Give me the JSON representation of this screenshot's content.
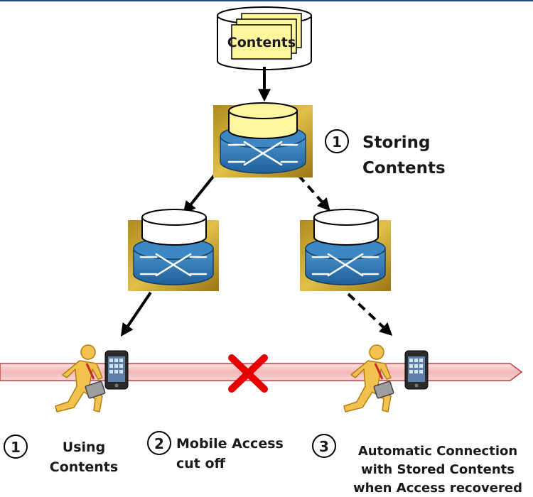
{
  "content_db": {
    "label": "Contents"
  },
  "steps": {
    "storing": {
      "number": "1",
      "line1": "Storing",
      "line2": "Contents"
    },
    "using": {
      "number": "1",
      "line1": "Using",
      "line2": "Contents"
    },
    "cutoff": {
      "number": "2",
      "line1": "Mobile Access",
      "line2": "cut off"
    },
    "reconnect": {
      "number": "3",
      "line1": "Automatic Connection",
      "line2": "with Stored Contents",
      "line3": "when Access recovered"
    }
  },
  "colors": {
    "top_border": "#1f4e79",
    "cache_top_fill": "#fff59d",
    "cache_fill": "#ffffff",
    "switch_body": "#2f79b5",
    "switch_bg": "#c9a32a",
    "path_fill": "#f6c9c9",
    "path_stroke": "#c04040",
    "cut_mark": "#e60000",
    "person_fill": "#f2c14e"
  },
  "icons": [
    "database-icon",
    "router-switch-icon",
    "walking-person-icon",
    "smartphone-icon",
    "cut-mark-icon"
  ]
}
